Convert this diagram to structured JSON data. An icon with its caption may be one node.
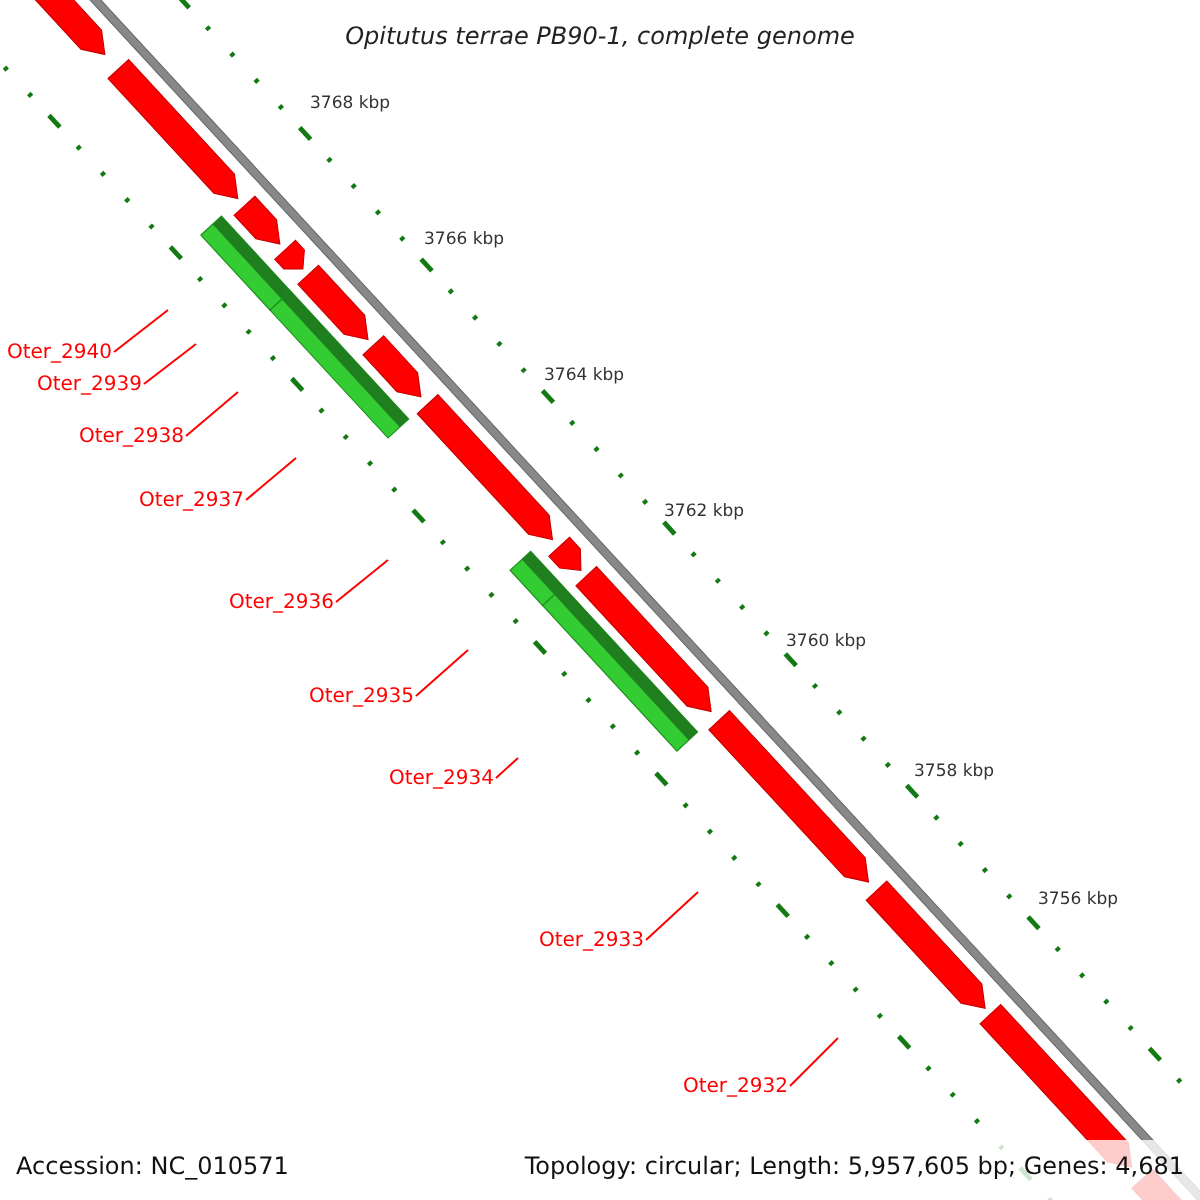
{
  "diagram": {
    "title": "Opitutus terrae PB90-1, complete genome",
    "nodes": [
      {
        "text": [
          "Oter_2940"
        ]
      },
      {
        "text": [
          "Oter_2939"
        ]
      },
      {
        "text": [
          "Oter_2938"
        ]
      },
      {
        "text": [
          "Oter_2937"
        ]
      },
      {
        "text": [
          "Oter_2936"
        ]
      },
      {
        "text": [
          "Oter_2935"
        ]
      },
      {
        "text": [
          "Oter_2934"
        ]
      },
      {
        "text": [
          "Oter_2933"
        ]
      },
      {
        "text": [
          "Oter_2932"
        ]
      }
    ],
    "edges": [
      {
        "from": 0,
        "to": null,
        "arrow": "none"
      },
      {
        "from": 1,
        "to": null,
        "arrow": "none"
      },
      {
        "from": 2,
        "to": null,
        "arrow": "none"
      },
      {
        "from": 3,
        "to": null,
        "arrow": "none"
      },
      {
        "from": 4,
        "to": null,
        "arrow": "none"
      },
      {
        "from": 5,
        "to": null,
        "arrow": "none"
      },
      {
        "from": 6,
        "to": null,
        "arrow": "none"
      },
      {
        "from": 7,
        "to": null,
        "arrow": "none"
      },
      {
        "from": 8,
        "to": null,
        "arrow": "none"
      }
    ],
    "labels": [
      "3768 kbp",
      "3766 kbp",
      "3764 kbp",
      "3762 kbp",
      "3760 kbp",
      "3758 kbp",
      "3756 kbp",
      "Accession: NC_010571",
      "Topology: circular; Length: 5,957,605 bp; Genes: 4,681"
    ]
  }
}
